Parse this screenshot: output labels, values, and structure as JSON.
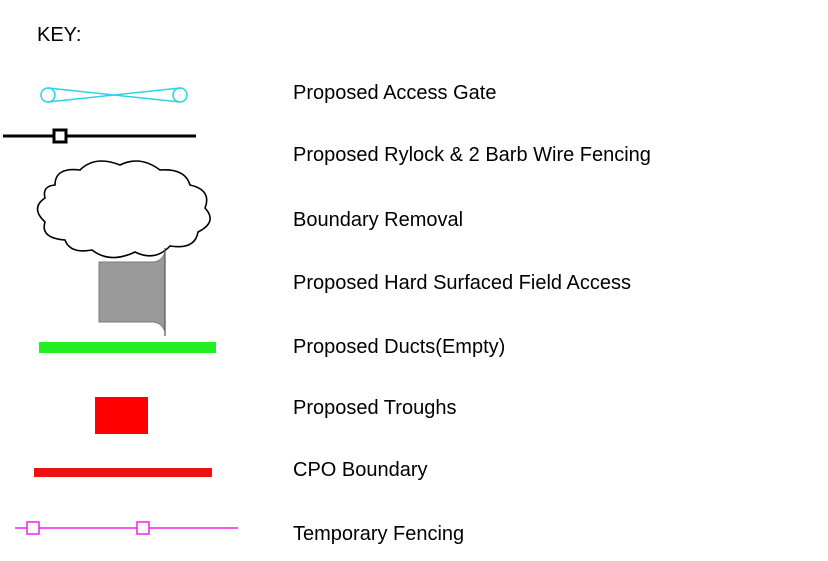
{
  "key_title": "KEY:",
  "items": [
    {
      "label": "Proposed Access Gate",
      "icon": "access-gate-icon",
      "color": "#2ad4e0"
    },
    {
      "label": "Proposed Rylock & 2 Barb Wire Fencing",
      "icon": "rylock-fence-icon",
      "color": "#000000"
    },
    {
      "label": "Boundary Removal",
      "icon": "cloud-icon",
      "color": "#000000"
    },
    {
      "label": "Proposed Hard Surfaced Field Access",
      "icon": "field-access-icon",
      "color": "#9a9a9a"
    },
    {
      "label": "Proposed Ducts(Empty)",
      "icon": "duct-line-icon",
      "color": "#22ee22"
    },
    {
      "label": "Proposed Troughs",
      "icon": "trough-square-icon",
      "color": "#ff0000"
    },
    {
      "label": "CPO Boundary",
      "icon": "cpo-boundary-line-icon",
      "color": "#ee1111"
    },
    {
      "label": "Temporary Fencing",
      "icon": "temporary-fence-icon",
      "color": "#ee22ee"
    }
  ]
}
